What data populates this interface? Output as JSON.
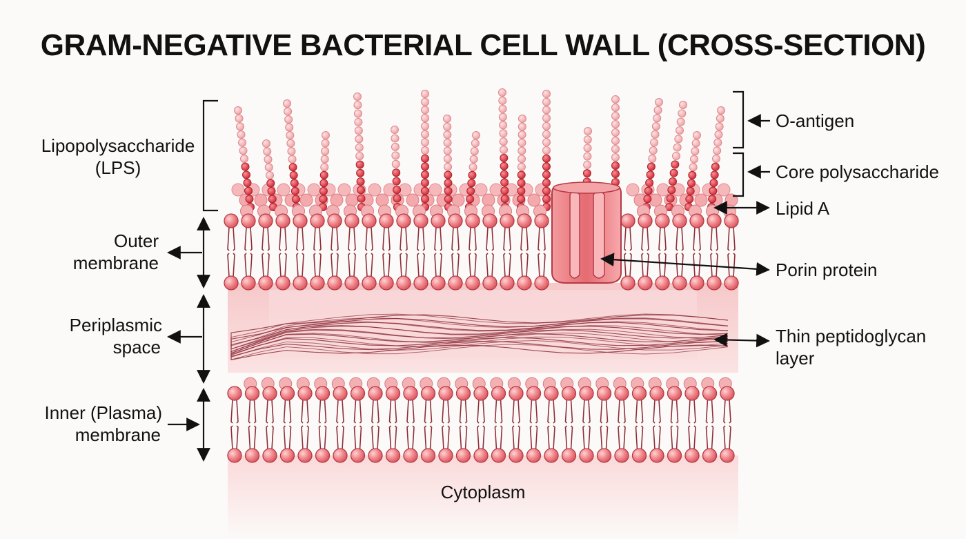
{
  "title": "GRAM-NEGATIVE BACTERIAL CELL WALL (CROSS-SECTION)",
  "labels": {
    "lps": [
      "Lipopolysaccharide",
      "(LPS)"
    ],
    "outer_membrane": [
      "Outer",
      "membrane"
    ],
    "periplasmic_space": [
      "Periplasmic",
      "space"
    ],
    "inner_membrane": [
      "Inner (Plasma)",
      "membrane"
    ],
    "o_antigen": "O-antigen",
    "core_polysaccharide": "Core polysaccharide",
    "lipid_a": "Lipid A",
    "porin_protein": "Porin protein",
    "peptidoglycan": [
      "Thin peptidoglycan",
      "layer"
    ],
    "cytoplasm": "Cytoplasm"
  },
  "colors": {
    "head_fill": "#ef7d80",
    "head_stroke": "#b33a44",
    "tail": "#8e2f3a",
    "bead_light": "#f7b3b5",
    "bead_dark": "#d9343f",
    "porin": "#e9797e",
    "mesh": "#8e2f3a",
    "background": "#fbfaf8"
  },
  "icons": {
    "arrow": "arrow-icon",
    "bracket": "bracket-icon",
    "double_arrow": "double-arrow-icon"
  }
}
